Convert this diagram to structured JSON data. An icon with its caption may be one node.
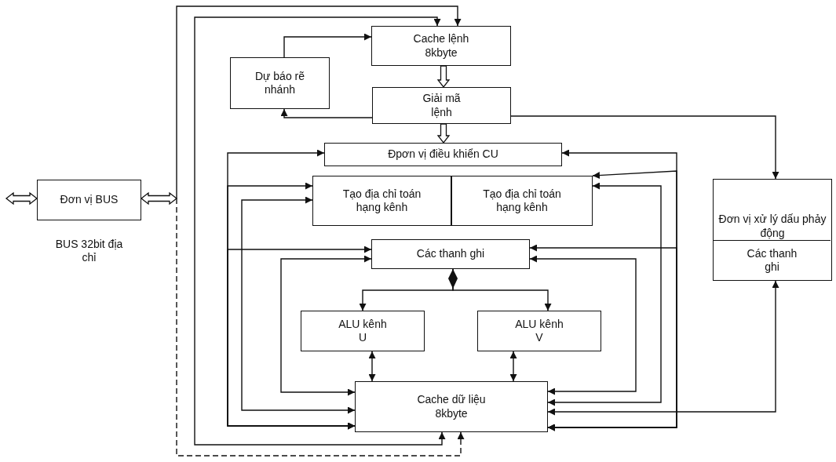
{
  "diagram": {
    "nodes": [
      {
        "text": [
          "Đơn vị BUS"
        ],
        "beside": [
          "BUS 32bit địa chỉ"
        ]
      },
      {
        "text": [
          "Dự báo rẽ nhánh"
        ]
      },
      {
        "text": [
          "Cache lệnh 8kbyte"
        ]
      },
      {
        "text": [
          "Giải mã lệnh"
        ]
      },
      {
        "text": [
          "Đpơn vị điều khiển CU"
        ]
      },
      {
        "text": [
          "Tạo địa chỉ toán hạng kênh"
        ]
      },
      {
        "text": [
          "Tạo địa chỉ toán hạng kênh"
        ]
      },
      {
        "text": [
          "Các thanh ghi"
        ]
      },
      {
        "text": [
          "ALU kênh U"
        ]
      },
      {
        "text": [
          "ALU kênh V"
        ]
      },
      {
        "text": [
          "Cache dữ liệu 8kbyte"
        ]
      },
      {
        "text": [
          "Đơn vị xử lý dấu phảy động"
        ]
      },
      {
        "text": [
          "Các thanh ghi"
        ],
        "in": 11
      }
    ],
    "edges": [
      {
        "from": null,
        "to": 0,
        "arrow": "both",
        "style": "thick"
      },
      {
        "from": 0,
        "to": null,
        "arrow": "both",
        "style": "thick"
      },
      {
        "from": null,
        "to": 2,
        "arrow": "to"
      },
      {
        "from": null,
        "to": 10,
        "arrow": "to",
        "style": "dashed"
      },
      {
        "from": 2,
        "to": 10,
        "arrow": "both"
      },
      {
        "from": 1,
        "to": 2,
        "arrow": "to"
      },
      {
        "from": 3,
        "to": 1,
        "arrow": "to"
      },
      {
        "from": 2,
        "to": 3,
        "arrow": "to",
        "style": "thick"
      },
      {
        "from": 3,
        "to": 4,
        "arrow": "to",
        "style": "thick"
      },
      {
        "from": 3,
        "to": 11,
        "arrow": "to"
      },
      {
        "from": 4,
        "to": 10,
        "arrow": "both"
      },
      {
        "from": 5,
        "to": 10,
        "arrow": "both"
      },
      {
        "from": 7,
        "to": 10,
        "arrow": "both"
      },
      {
        "from": 5,
        "to": 10,
        "arrow": "both"
      },
      {
        "from": 7,
        "to": 10,
        "arrow": "both"
      },
      {
        "from": 4,
        "to": 10,
        "arrow": "both"
      },
      {
        "from": 6,
        "to": 10,
        "arrow": "both"
      },
      {
        "from": 7,
        "to": 10,
        "arrow": "both"
      },
      {
        "from": 6,
        "to": 10,
        "arrow": "both"
      },
      {
        "from": 7,
        "to": 10,
        "arrow": "both"
      },
      {
        "from": 12,
        "to": 10,
        "arrow": "both"
      },
      {
        "from": 7,
        "to": 8,
        "arrow": "to"
      },
      {
        "from": 7,
        "to": 9,
        "arrow": "to"
      },
      {
        "from": 8,
        "to": 10,
        "arrow": "both"
      },
      {
        "from": 9,
        "to": 10,
        "arrow": "both"
      }
    ]
  }
}
